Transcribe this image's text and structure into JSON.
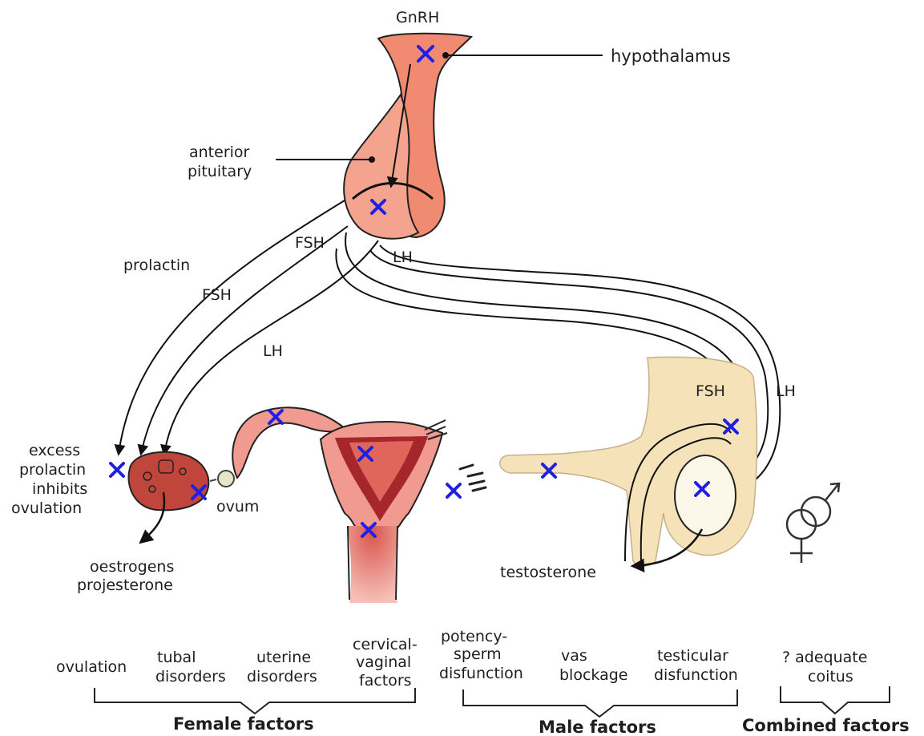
{
  "labels": {
    "gnrh": "GnRH",
    "hypothalamus": "hypothalamus",
    "anterior_pituitary": [
      "anterior",
      "pituitary"
    ],
    "prolactin": "prolactin",
    "fsh_upper": "FSH",
    "fsh_left": "FSH",
    "lh_upper": "LH",
    "lh_left": "LH",
    "fsh_male": "FSH",
    "lh_male": "LH",
    "excess_prolactin": [
      "excess",
      "prolactin",
      "inhibits",
      "ovulation"
    ],
    "ovum": "ovum",
    "ovarian_hormones": [
      "oestrogens",
      "projesterone"
    ],
    "testosterone": "testosterone"
  },
  "categories": {
    "female": {
      "title": "Female factors",
      "items": [
        [
          "ovulation"
        ],
        [
          "tubal",
          "disorders"
        ],
        [
          "uterine",
          "disorders"
        ],
        [
          "cervical-",
          "vaginal",
          "factors"
        ]
      ]
    },
    "male": {
      "title": "Male factors",
      "items": [
        [
          "potency-",
          "sperm",
          "disfunction"
        ],
        [
          "vas",
          "blockage"
        ],
        [
          "testicular",
          "disfunction"
        ]
      ]
    },
    "combined": {
      "title": "Combined factors",
      "items": [
        [
          "? adequate",
          "coitus"
        ]
      ]
    }
  },
  "colors": {
    "block_marker": "#1f1fe6",
    "hypothalamus": "#f08a70",
    "pituitary": "#f4a48e",
    "uterus": "#f09a90",
    "uterus_dark": "#a5262b",
    "ovary": "#c0463c",
    "male_organ": "#f6e2b8",
    "testis": "#fbf8ea"
  },
  "icons": [
    "block-x-icon",
    "male-female-symbol-icon"
  ]
}
